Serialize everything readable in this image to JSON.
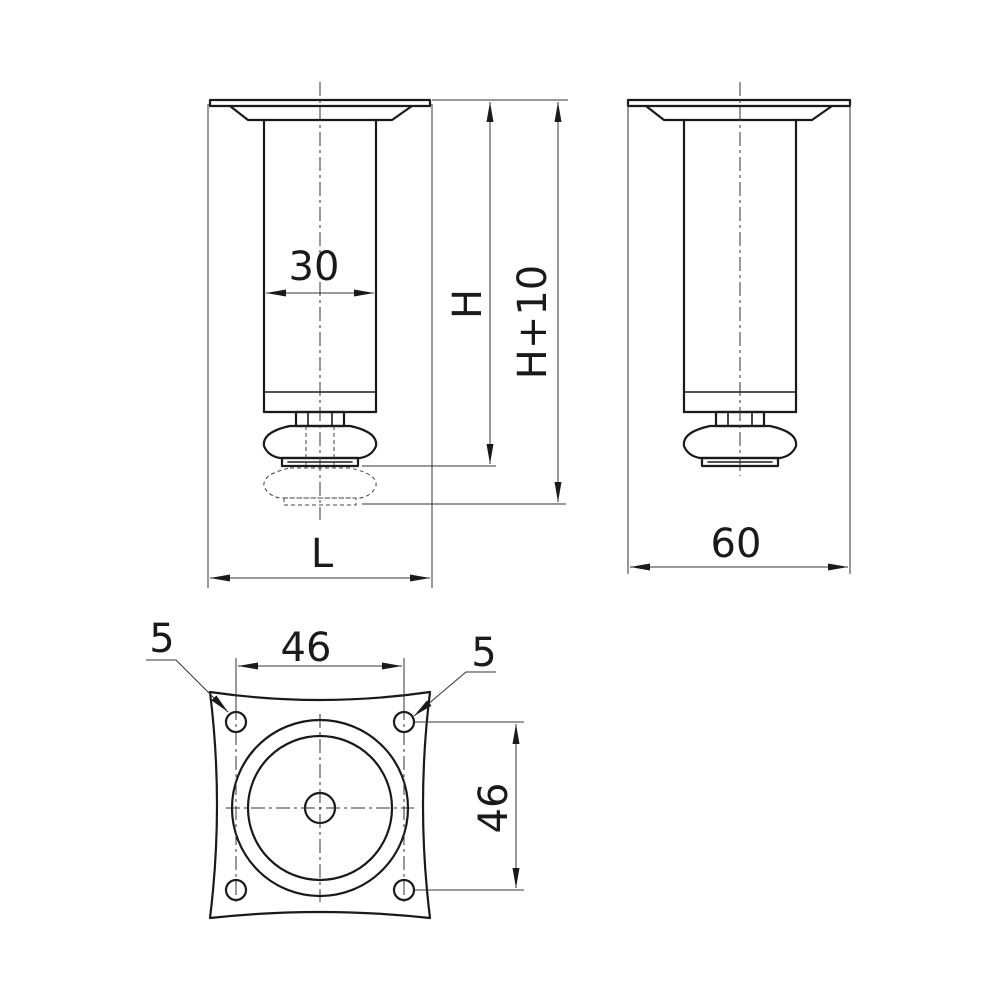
{
  "drawing": {
    "dimensions": {
      "tube_diameter": "30",
      "height": "H",
      "height_extended": "H+10",
      "length": "L",
      "plate_width": "60",
      "hole_spacing_x": "46",
      "hole_spacing_y": "46",
      "hole_diameter_left": "5",
      "hole_diameter_right": "5"
    },
    "colors": {
      "line": "#1a1a1a",
      "background": "#ffffff"
    }
  }
}
